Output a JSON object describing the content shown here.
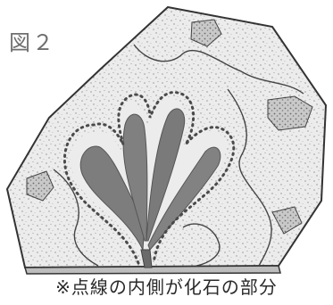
{
  "figure": {
    "label": "図２",
    "caption": "※点線の内側が化石の部分"
  },
  "illustration": {
    "subject": "fossil-fragment-specimen",
    "colors": {
      "matrix_fill": "#e9e9e9",
      "matrix_speckle": "#9a9a9a",
      "fossil_fill": "#7d7d7d",
      "fossil_dark": "#555555",
      "outline": "#333333",
      "dotted_boundary": "#4a4a4a"
    }
  }
}
